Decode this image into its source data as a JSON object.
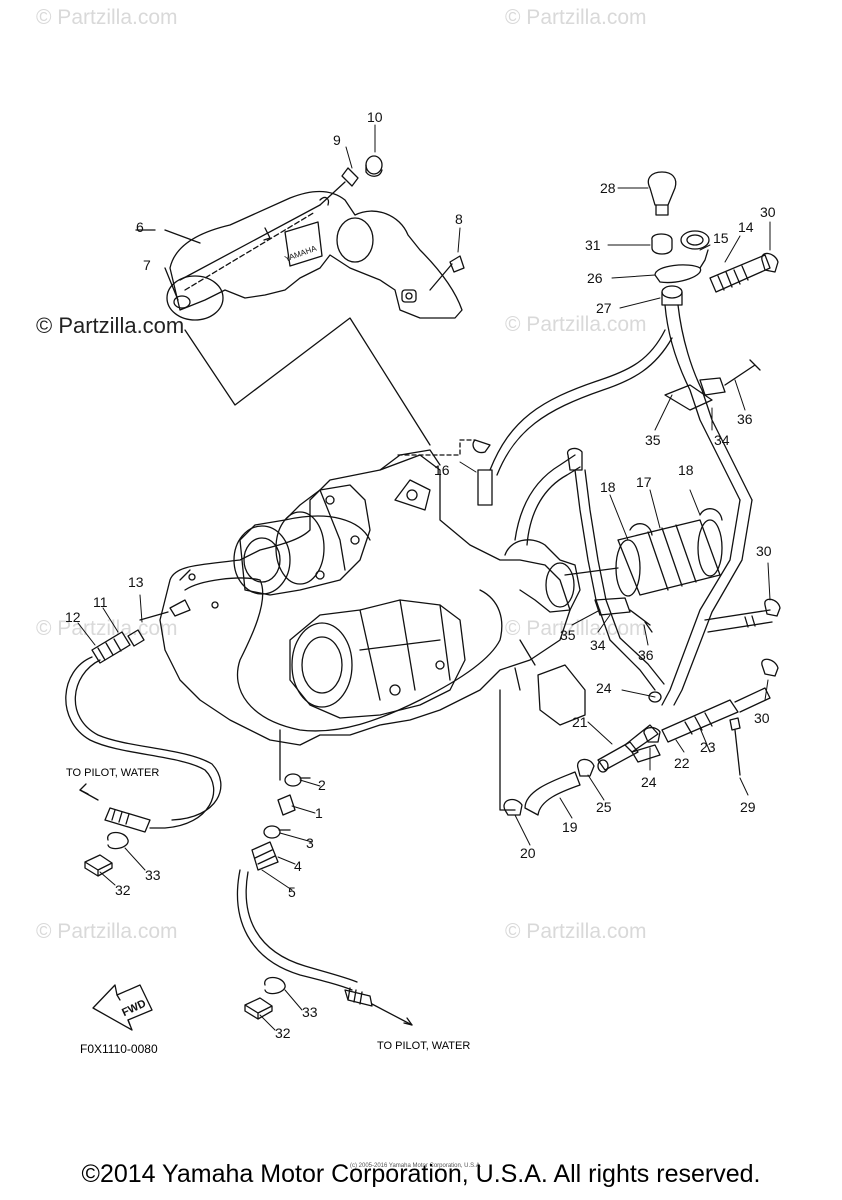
{
  "watermarks": [
    "© Partzilla.com",
    "© Partzilla.com",
    "© Partzilla.com",
    "© Partzilla.com",
    "© Partzilla.com",
    "© Partzilla.com",
    "© Partzilla.com",
    "© Partzilla.com",
    "© Partzilla.com"
  ],
  "watermark_main": "© Partzilla.com",
  "brand_text": "YAMAHA",
  "fwd_label": "FWD",
  "notes": {
    "to_pilot_water_left": "TO PILOT, WATER",
    "to_pilot_water_bottom": "TO PILOT, WATER"
  },
  "figure_code": "F0X1110-0080",
  "tiny_copyright": "(c) 2005-2016 Yamaha Motor Corporation, U.S.A.",
  "footer": "©2014 Yamaha Motor Corporation, U.S.A. All rights reserved.",
  "callouts": [
    "10",
    "9",
    "8",
    "6",
    "7",
    "28",
    "30",
    "14",
    "15",
    "31",
    "26",
    "27",
    "36",
    "35",
    "34",
    "16",
    "18",
    "17",
    "18",
    "30",
    "13",
    "11",
    "12",
    "35",
    "34",
    "36",
    "24",
    "30",
    "21",
    "22",
    "23",
    "24",
    "25",
    "29",
    "19",
    "20",
    "2",
    "1",
    "3",
    "4",
    "5",
    "33",
    "32",
    "33",
    "32"
  ],
  "colors": {
    "line": "#111111",
    "watermark": "#d9d9d9",
    "background": "#ffffff"
  }
}
